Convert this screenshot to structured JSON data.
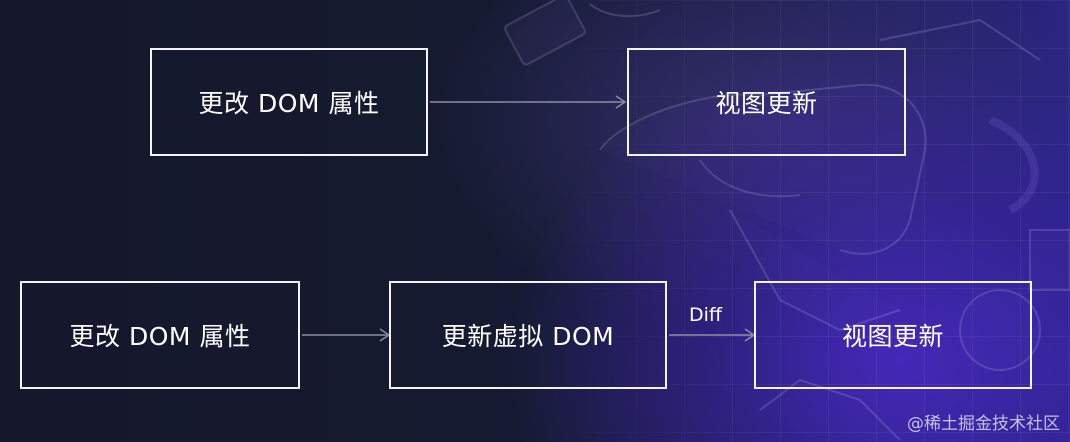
{
  "diagram": {
    "row1": {
      "node_source": "更改 DOM 属性",
      "node_target": "视图更新"
    },
    "row2": {
      "node_source": "更改 DOM 属性",
      "node_middle": "更新虚拟 DOM",
      "node_target": "视图更新",
      "diff_label": "Diff"
    }
  },
  "watermark": "@稀土掘金技术社区",
  "colors": {
    "box_border": "#f4f4f8",
    "arrow": "#8c8ea4",
    "text": "#ffffff"
  }
}
